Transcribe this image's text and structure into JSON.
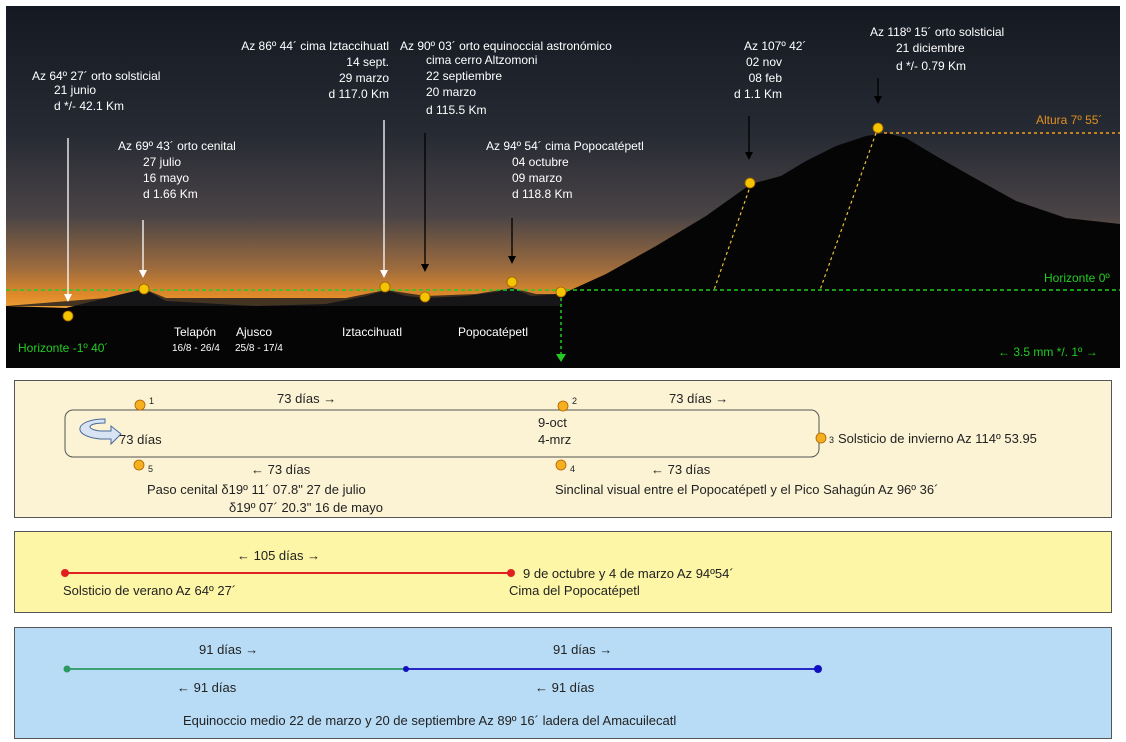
{
  "photo": {
    "labels": {
      "l1": [
        "Az 64º 27´ orto solsticial",
        "21 junio",
        "d */- 42.1 Km"
      ],
      "l2": [
        "Az 69º 43´ orto cenital",
        "27 julio",
        "16 mayo",
        "d 1.66 Km"
      ],
      "l3": [
        "Az 86º 44´ cima Iztaccihuatl",
        "14 sept.",
        "29 marzo",
        "d 117.0 Km"
      ],
      "l4": [
        "Az 90º 03´ orto equinoccial astronómico",
        "cima cerro Altzomoni",
        "22 septiembre",
        "20 marzo",
        "d 115.5 Km"
      ],
      "l5": [
        "Az 94º 54´ cima Popocatépetl",
        "04 octubre",
        "09 marzo",
        "d 118.8 Km"
      ],
      "l6": [
        "Az 107º 42´",
        "02 nov",
        "08 feb",
        "d 1.1 Km"
      ],
      "l7": [
        "Az 118º 15´ orto solsticial",
        "21 diciembre",
        "d */- 0.79 Km"
      ]
    },
    "altura": "Altura 7º 55´",
    "horizonte0": "Horizonte 0º",
    "horizonte_neg": "Horizonte -1º 40´",
    "telapon": "Telapón",
    "ajusco": "Ajusco",
    "telapon_dates": "16/8 - 26/4",
    "ajusco_dates": "25/8 - 17/4",
    "iztaccihuatl": "Iztaccihuatl",
    "popocatepetl": "Popocatépetl",
    "scale": "← 3.5 mm */. 1º →"
  },
  "panel1": {
    "top_left": "73 días →",
    "top_right": "73 días →",
    "loop_days": "73 días",
    "center_date1": "9-oct",
    "center_date2": "4-mrz",
    "solsticio": "Solsticio de invierno Az 114º 53.95",
    "bottom_left": "← 73 días",
    "bottom_right": "← 73 días",
    "paso1": "Paso cenital δ19º 11´ 07.8\"  27 de julio",
    "paso2": "δ19º 07´ 20.3\"  16 de mayo",
    "sinclinal": "Sinclinal visual entre el Popocatépetl y el Pico Sahagún Az 96º 36´",
    "n1": "1",
    "n2": "2",
    "n3": "3",
    "n4": "4",
    "n5": "5"
  },
  "panel2": {
    "days": "← 105 días →",
    "left": "Solsticio de verano Az 64º 27´",
    "right1": "9 de octubre y 4 de marzo Az 94º54´",
    "right2": "Cima del Popocatépetl"
  },
  "panel3": {
    "top_left": "91 días →",
    "top_right": "91 días →",
    "bottom_left": "← 91 días",
    "bottom_right": "← 91 días",
    "caption": "Equinoccio medio 22 de marzo y 20 de septiembre Az 89º 16´ ladera del Amacuilecatl"
  },
  "colors": {
    "sun": "#f5c400",
    "green": "#22cc22",
    "red": "#e02020",
    "blue": "#1010c0",
    "teal": "#2a9a60"
  }
}
